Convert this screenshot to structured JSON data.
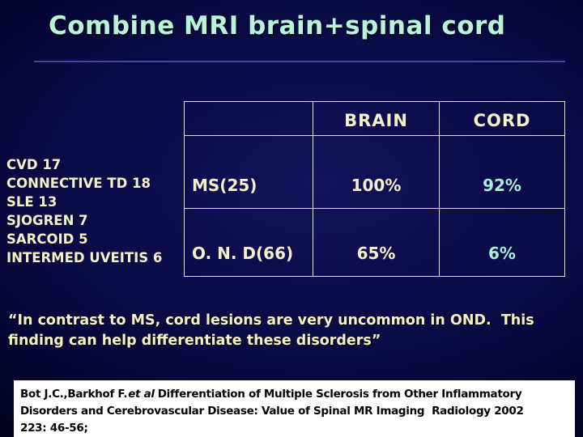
{
  "slide": {
    "title": "Combine MRI brain+spinal cord",
    "side_list": {
      "items": [
        "CVD 17",
        "CONNECTIVE TD 18",
        "SLE 13",
        "SJOGREN 7",
        "SARCOID 5",
        "INTERMED UVEITIS 6"
      ]
    },
    "table": {
      "column_headers": [
        "BRAIN",
        "CORD"
      ],
      "rows": [
        {
          "label": "MS(25)",
          "brain": "100%",
          "cord": "92%"
        },
        {
          "label": "O. N. D(66)",
          "brain": "65%",
          "cord": "6%"
        }
      ]
    },
    "quote": "“In contrast to MS, cord lesions are very uncommon in OND.  This\nfinding can help differentiate these disorders”",
    "citation": {
      "authors": "Bot J.C.,Barkhof F.",
      "etal": "et al",
      "line1_rest": "Differentiation of Multiple Sclerosis from Other Inflammatory",
      "line2": "Disorders and Cerebrovascular Disease: Value of Spinal MR Imaging  Radiology 2002",
      "line3": "223: 46-56;"
    },
    "colors": {
      "background_navy": "#0a0a44",
      "title_mint": "#b8f4d6",
      "text_cream": "#f5f0c5",
      "accent_cyan": "#a8eed8",
      "table_border": "#e9e4ad",
      "divider_blue": "#4345ad",
      "citation_bg": "#ffffff",
      "citation_text": "#000000"
    }
  }
}
